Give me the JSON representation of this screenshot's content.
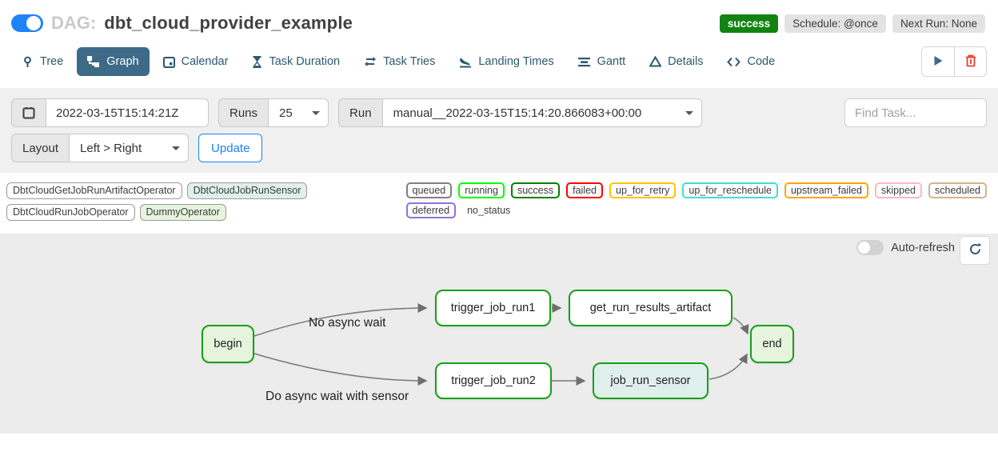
{
  "header": {
    "toggle_on": true,
    "dag_prefix": "DAG:",
    "dag_title": "dbt_cloud_provider_example",
    "status_badge": "success",
    "schedule_badge": "Schedule: @once",
    "next_run_badge": "Next Run: None",
    "status_color": "#128312"
  },
  "tabs": [
    {
      "label": "Tree",
      "active": false
    },
    {
      "label": "Graph",
      "active": true
    },
    {
      "label": "Calendar",
      "active": false
    },
    {
      "label": "Task Duration",
      "active": false
    },
    {
      "label": "Task Tries",
      "active": false
    },
    {
      "label": "Landing Times",
      "active": false
    },
    {
      "label": "Gantt",
      "active": false
    },
    {
      "label": "Details",
      "active": false
    },
    {
      "label": "Code",
      "active": false
    }
  ],
  "filters": {
    "base_date": "2022-03-15T15:14:21Z",
    "runs_label": "Runs",
    "runs_value": "25",
    "run_label": "Run",
    "run_value": "manual__2022-03-15T15:14:20.866083+00:00",
    "find_task_placeholder": "Find Task...",
    "layout_label": "Layout",
    "layout_value": "Left > Right",
    "update_label": "Update"
  },
  "legend": {
    "operators": [
      {
        "label": "DbtCloudGetJobRunArtifactOperator",
        "fill": "#ffffff"
      },
      {
        "label": "DbtCloudJobRunSensor",
        "fill": "#dff0ec"
      },
      {
        "label": "DbtCloudRunJobOperator",
        "fill": "#ffffff"
      },
      {
        "label": "DummyOperator",
        "fill": "#e6f4dd"
      }
    ],
    "statuses": [
      {
        "label": "queued",
        "color": "#808080"
      },
      {
        "label": "running",
        "color": "#00ff00"
      },
      {
        "label": "success",
        "color": "#008000"
      },
      {
        "label": "failed",
        "color": "#ff0000"
      },
      {
        "label": "up_for_retry",
        "color": "#ffc400"
      },
      {
        "label": "up_for_reschedule",
        "color": "#40e0d0"
      },
      {
        "label": "upstream_failed",
        "color": "#ffa500"
      },
      {
        "label": "skipped",
        "color": "#ffb6c1"
      },
      {
        "label": "scheduled",
        "color": "#d2b48c"
      },
      {
        "label": "deferred",
        "color": "#9370db"
      },
      {
        "label": "no_status",
        "color": "transparent"
      }
    ]
  },
  "graph": {
    "auto_refresh_label": "Auto-refresh",
    "auto_refresh_on": false,
    "node_border_color": "#17a017",
    "edge_labels": [
      "No async wait",
      "Do async wait with sensor"
    ],
    "nodes": [
      {
        "label": "begin",
        "fill": "#e6f4dd"
      },
      {
        "label": "trigger_job_run1",
        "fill": "#ffffff"
      },
      {
        "label": "get_run_results_artifact",
        "fill": "#ffffff"
      },
      {
        "label": "end",
        "fill": "#e6f4dd"
      },
      {
        "label": "trigger_job_run2",
        "fill": "#ffffff"
      },
      {
        "label": "job_run_sensor",
        "fill": "#dff0ec"
      }
    ]
  }
}
